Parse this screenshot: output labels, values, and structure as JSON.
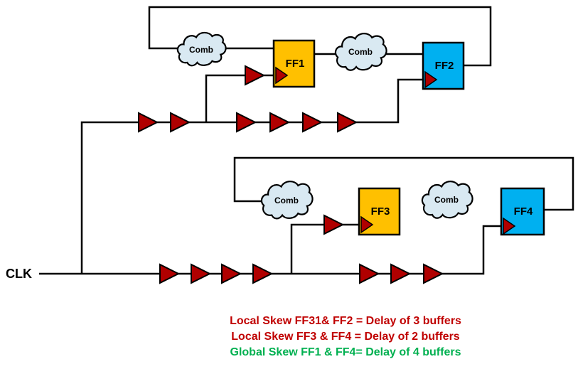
{
  "diagram": {
    "clk_label": "CLK",
    "comb_label": "Comb",
    "flipflops": [
      {
        "label": "FF1",
        "color": "#FFC000"
      },
      {
        "label": "FF2",
        "color": "#00B0F0"
      },
      {
        "label": "FF3",
        "color": "#FFC000"
      },
      {
        "label": "FF4",
        "color": "#00B0F0"
      }
    ],
    "colors": {
      "buffer_red": "#B00000",
      "cloud_blue": "#D9E9F2",
      "wire_black": "#000000"
    },
    "captions": [
      {
        "text": "Local Skew FF31& FF2 = Delay of 3 buffers",
        "color": "#C00000"
      },
      {
        "text": "Local Skew FF3 & FF4 = Delay of 2 buffers",
        "color": "#C00000"
      },
      {
        "text": "Global Skew FF1 & FF4= Delay of 4 buffers",
        "color": "#00B050"
      }
    ]
  }
}
